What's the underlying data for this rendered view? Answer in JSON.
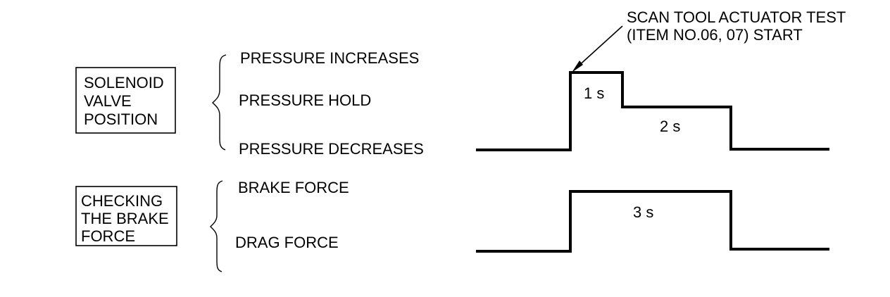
{
  "annotation": {
    "line1": "SCAN TOOL ACTUATOR TEST",
    "line2": "(ITEM NO.06, 07) START"
  },
  "solenoid": {
    "box_lines": [
      "SOLENOID",
      "VALVE",
      "POSITION"
    ],
    "levels": {
      "increase": "PRESSURE INCREASES",
      "hold": "PRESSURE HOLD",
      "decrease": "PRESSURE DECREASES"
    },
    "durations": {
      "first": "1 s",
      "second": "2 s"
    }
  },
  "brake": {
    "box_lines": [
      "CHECKING",
      "THE BRAKE",
      "FORCE"
    ],
    "levels": {
      "brake": "BRAKE FORCE",
      "drag": "DRAG FORCE"
    },
    "duration": "3 s"
  }
}
